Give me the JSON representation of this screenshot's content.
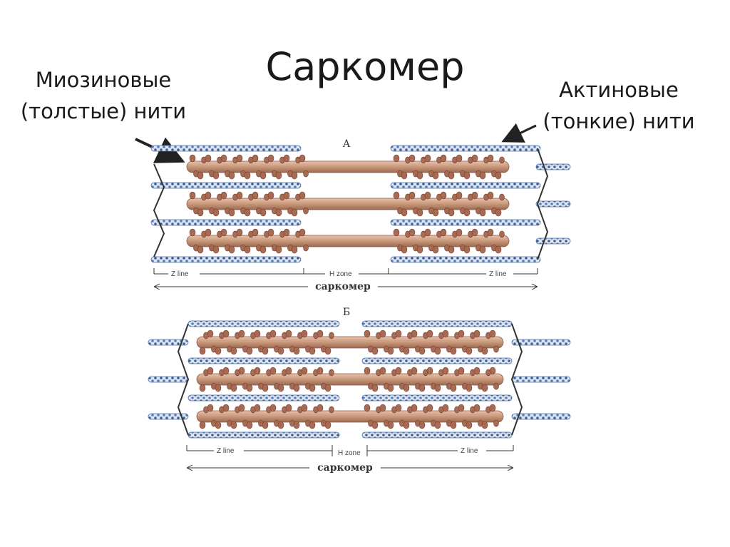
{
  "slide": {
    "title": "Саркомер"
  },
  "labels": {
    "myosin": [
      "Миозиновые",
      "(толстые) нити"
    ],
    "actin": [
      "Актиновые",
      "(тонкие) нити"
    ]
  },
  "panels": [
    {
      "letter": "А",
      "z_line_left": "Z line",
      "h_zone": "H zone",
      "z_line_right": "Z line",
      "sarcomere": "саркомер"
    },
    {
      "letter": "Б",
      "z_line_left": "Z line",
      "h_zone": "H zone",
      "z_line_right": "Z line",
      "sarcomere": "саркомер"
    }
  ],
  "colors": {
    "myosin": "#c9977a",
    "myosin_head": "#a86a52",
    "actin": "#4a6fa8",
    "zline": "#333333"
  }
}
